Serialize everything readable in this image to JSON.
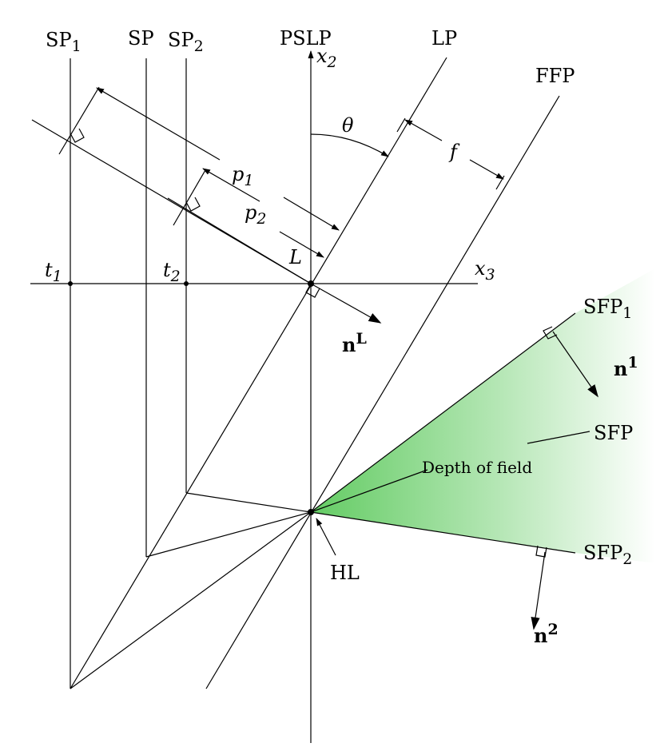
{
  "labels": {
    "sp1": {
      "base": "SP",
      "sub": "1"
    },
    "sp": "SP",
    "sp2": {
      "base": "SP",
      "sub": "2"
    },
    "pslp": "PSLP",
    "x2": {
      "base": "x",
      "sub": "2"
    },
    "lp": "LP",
    "ffp": "FFP",
    "theta": "θ",
    "f": "f",
    "p1": {
      "base": "p",
      "sub": "1"
    },
    "p2": {
      "base": "p",
      "sub": "2"
    },
    "L": "L",
    "t1": {
      "base": "t",
      "sub": "1"
    },
    "t2": {
      "base": "t",
      "sub": "2"
    },
    "x3": {
      "base": "x",
      "sub": "3"
    },
    "nL": {
      "base": "n",
      "sup": "L"
    },
    "sfp1": {
      "base": "SFP",
      "sub": "1"
    },
    "n1": {
      "base": "n",
      "sup": "1"
    },
    "sfp": "SFP",
    "dof": "Depth of field",
    "sfp2": {
      "base": "SFP",
      "sub": "2"
    },
    "n2": {
      "base": "n",
      "sup": "2"
    },
    "hl": "HL"
  },
  "colors": {
    "line": "#000000",
    "dof_fill": "#5cc95c"
  }
}
